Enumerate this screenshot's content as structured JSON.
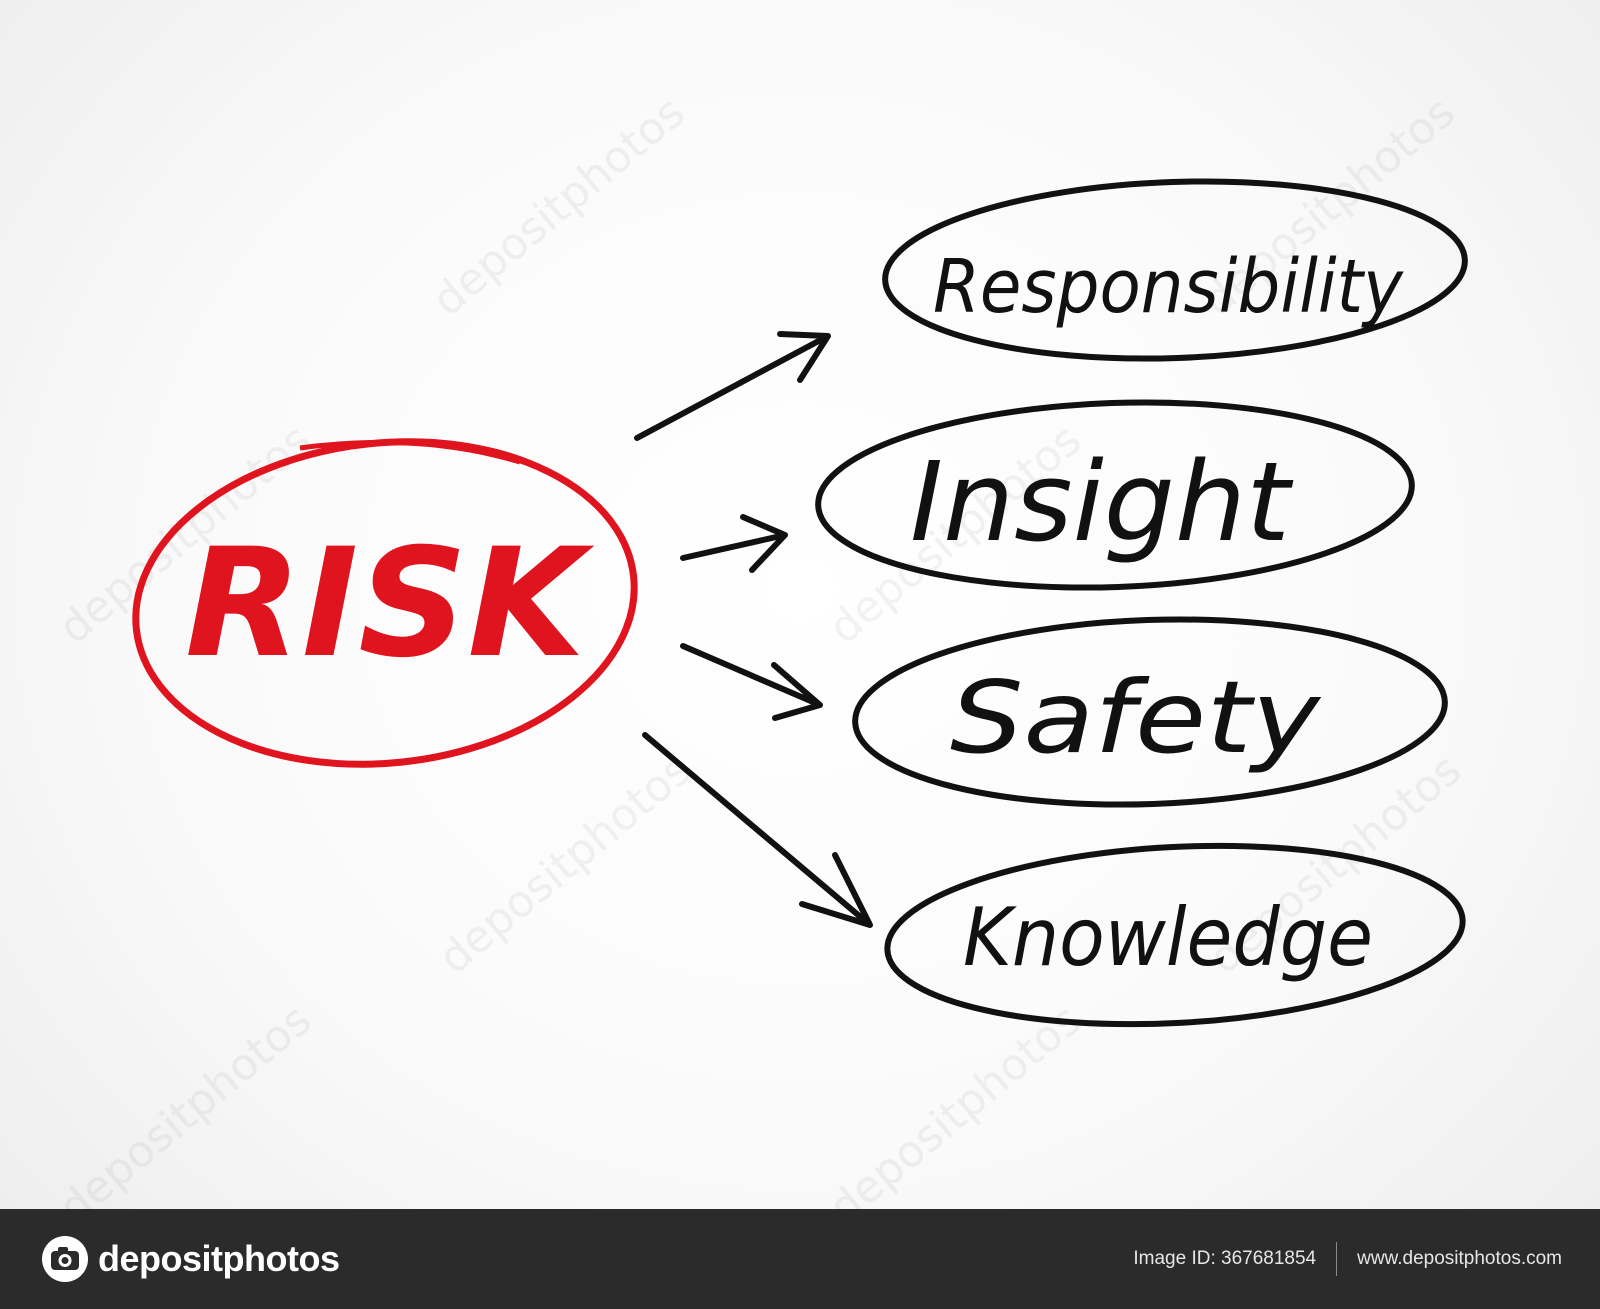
{
  "diagram": {
    "center": {
      "label": "RISK",
      "color": "#e0141e"
    },
    "items": [
      {
        "label": "Responsibility"
      },
      {
        "label": "Insight"
      },
      {
        "label": "Safety"
      },
      {
        "label": "Knowledge"
      }
    ],
    "stroke_color": "#111111"
  },
  "watermark": {
    "text": "depositphotos"
  },
  "footer": {
    "brand": "depositphotos",
    "image_id": "Image ID: 367681854",
    "website": "www.depositphotos.com",
    "background": "#2b2b2b"
  }
}
